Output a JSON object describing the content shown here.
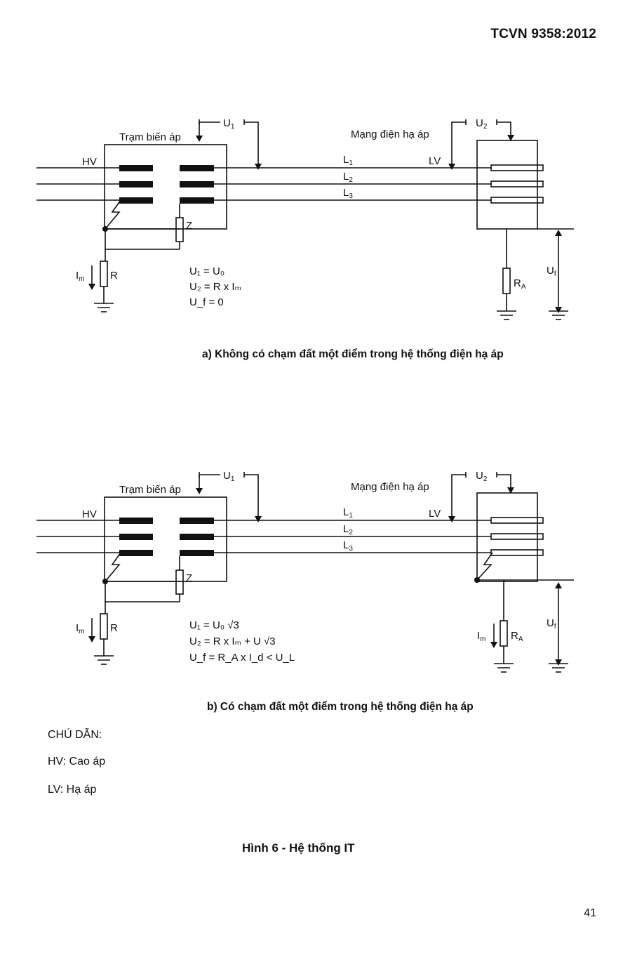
{
  "header": {
    "standard": "TCVN 9358:2012"
  },
  "diagram_a": {
    "substation_label": "Trạm biến áp",
    "lv_network_label": "Mạng điện hạ áp",
    "hv_label": "HV",
    "lv_label": "LV",
    "u1_label": "U",
    "u1_sub": "1",
    "u2_label": "U",
    "u2_sub": "2",
    "line1": "L",
    "line1_sub": "1",
    "line2": "L",
    "line2_sub": "2",
    "line3": "L",
    "line3_sub": "3",
    "z_label": "Z",
    "r_label": "R",
    "im_label": "I",
    "im_sub": "m",
    "ra_label": "R",
    "ra_sub": "A",
    "uf_label": "U",
    "uf_sub": "f",
    "eq1": "U₁ = U₀",
    "eq2": "U₂ = R x Iₘ",
    "eq3": "U_f = 0",
    "caption": "a) Không có chạm đất một điểm trong hệ thống điện hạ áp"
  },
  "diagram_b": {
    "substation_label": "Trạm biến áp",
    "lv_network_label": "Mạng điện hạ áp",
    "hv_label": "HV",
    "lv_label": "LV",
    "u1_label": "U",
    "u1_sub": "1",
    "u2_label": "U",
    "u2_sub": "2",
    "line1": "L",
    "line1_sub": "1",
    "line2": "L",
    "line2_sub": "2",
    "line3": "L",
    "line3_sub": "3",
    "z_label": "Z",
    "r_label": "R",
    "im_label": "I",
    "im_sub": "m",
    "im2_label": "I",
    "im2_sub": "m",
    "ra_label": "R",
    "ra_sub": "A",
    "uf_label": "U",
    "uf_sub": "f",
    "eq1": "U₁ = U₀ √3",
    "eq2": "U₂ = R x Iₘ + U √3",
    "eq3": "U_f = R_A x I_d < U_L",
    "caption": "b) Có chạm đất một điểm trong hệ thống điện hạ áp"
  },
  "legend": {
    "title": "CHÚ DẪN:",
    "hv": "HV: Cao áp",
    "lv": "LV: Hạ áp"
  },
  "figure_title": "Hình 6 - Hệ thống IT",
  "page_number": "41"
}
